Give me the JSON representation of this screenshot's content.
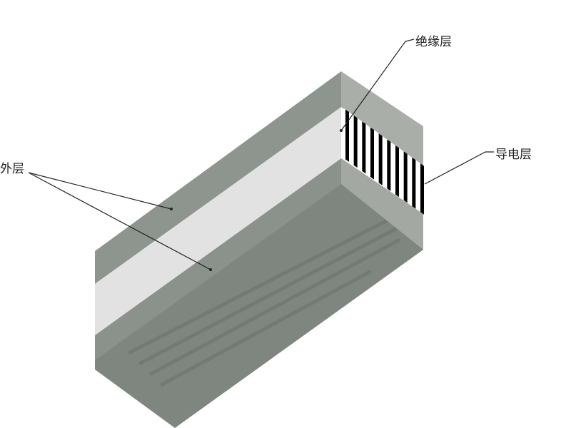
{
  "labels": {
    "insulation": "绝缘层",
    "conductive": "导电层",
    "outer": "外层"
  },
  "colors": {
    "outer_gray": "#8e948e",
    "side_gray": "#a9aea9",
    "insulation_light": "#e2e2e2",
    "bottom_gray": "#7f857f",
    "stripe": "#000000"
  }
}
